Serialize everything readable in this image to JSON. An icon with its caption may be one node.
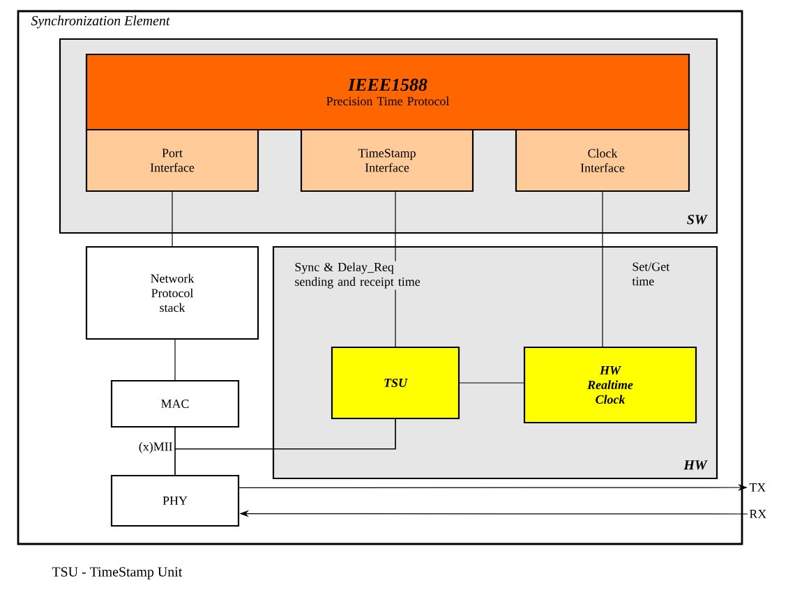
{
  "diagram": {
    "caption": "TSU - TimeStamp Unit",
    "nodes": [
      {
        "text": [
          "Synchronization Element"
        ]
      },
      {
        "text": [
          "SW"
        ],
        "in": 0
      },
      {
        "text": [
          "IEEE1588",
          "Precision Time Protocol"
        ],
        "in": 1
      },
      {
        "text": [
          "Port Interface"
        ],
        "in": 1
      },
      {
        "text": [
          "TimeStamp Interface"
        ],
        "in": 1
      },
      {
        "text": [
          "Clock Interface"
        ],
        "in": 1
      },
      {
        "text": [
          "Network Protocol stack"
        ],
        "in": 0
      },
      {
        "text": [
          "HW"
        ],
        "in": 0
      },
      {
        "text": [
          "TSU"
        ],
        "in": 7
      },
      {
        "text": [
          "HW Realtime Clock"
        ],
        "in": 7
      },
      {
        "text": [
          "MAC"
        ],
        "in": 0
      },
      {
        "text": [
          "PHY"
        ],
        "in": 0
      },
      {
        "text": [
          "TX"
        ]
      },
      {
        "text": [
          "RX"
        ]
      }
    ],
    "edges": [
      {
        "from": 3,
        "to": 6,
        "arrow": "none"
      },
      {
        "from": 4,
        "to": 8,
        "arrow": "none"
      },
      {
        "from": 5,
        "to": 9,
        "arrow": "none"
      },
      {
        "from": 6,
        "to": 10,
        "arrow": "none"
      },
      {
        "from": 10,
        "to": 11,
        "arrow": "none"
      },
      {
        "from": 8,
        "to": 9,
        "arrow": "none"
      },
      {
        "from": 8,
        "to": 10,
        "arrow": "none"
      },
      {
        "from": 8,
        "to": 11,
        "arrow": "none"
      },
      {
        "from": 11,
        "to": 12,
        "arrow": "to"
      },
      {
        "from": 13,
        "to": 11,
        "arrow": "to"
      }
    ],
    "labels": [
      "Sync & Delay_Req sending and receipt time",
      "Set/Get time",
      "(x)MII"
    ]
  }
}
